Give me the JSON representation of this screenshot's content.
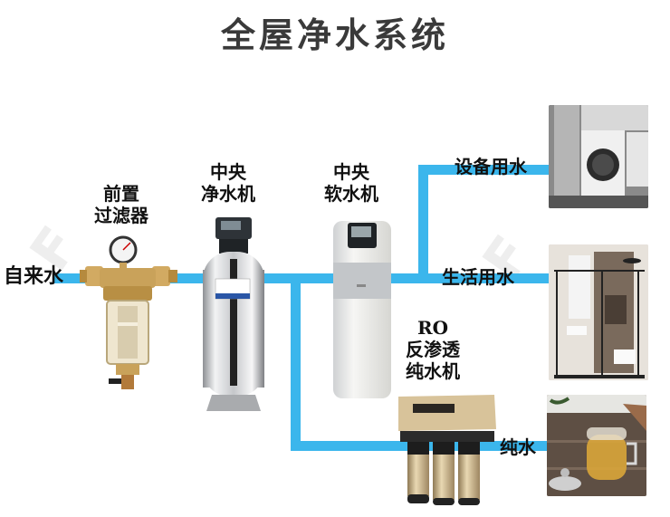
{
  "title": "全屋净水系统",
  "colors": {
    "pipe": "#3bb6ec",
    "title_text": "#3a3a3a",
    "label_text": "#111111",
    "brass": "#c9a25a",
    "steel": "#d4d6d9",
    "gold_body": "#cdb68a"
  },
  "source": {
    "label": "自来水"
  },
  "devices": [
    {
      "id": "pre-filter",
      "label_line1": "前置",
      "label_line2": "过滤器"
    },
    {
      "id": "central-purifier",
      "label_line1": "中央",
      "label_line2": "净水机"
    },
    {
      "id": "central-softener",
      "label_line1": "中央",
      "label_line2": "软水机"
    },
    {
      "id": "ro-purifier",
      "label_line1": "RO",
      "label_line2": "反渗透",
      "label_line3": "纯水机"
    }
  ],
  "outlets": [
    {
      "id": "appliance-water",
      "label": "设备用水",
      "photo": "washing-machine"
    },
    {
      "id": "domestic-water",
      "label": "生活用水",
      "photo": "bathroom"
    },
    {
      "id": "pure-water",
      "label": "纯水",
      "photo": "tea-cup"
    }
  ]
}
